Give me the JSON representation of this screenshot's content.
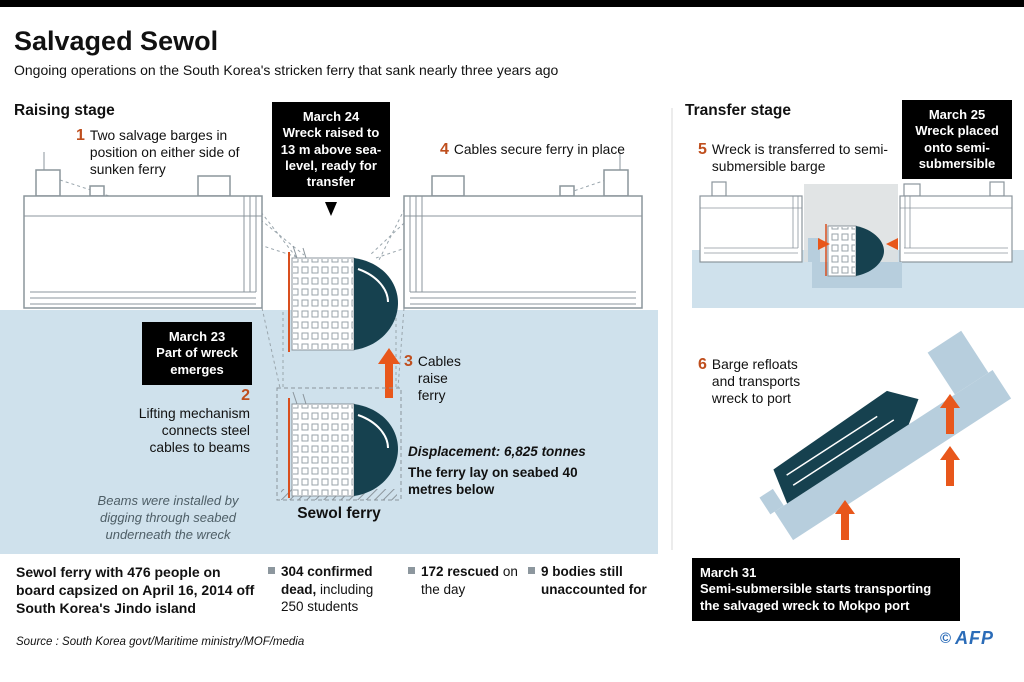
{
  "colors": {
    "accent_orange": "#e8571b",
    "step_number_orange": "#bf4e1d",
    "water_blue": "#cfe1ec",
    "hull_navy": "#16414f",
    "semi_submersible_blue": "#b7cedd",
    "afp_blue": "#2b6cb8"
  },
  "header": {
    "title": "Salvaged Sewol",
    "subtitle": "Ongoing operations on the South Korea's stricken ferry that sank nearly three years ago"
  },
  "raising_stage": {
    "heading": "Raising stage",
    "steps": [
      {
        "num": "1",
        "text": "Two salvage barges in position on either side of sunken ferry"
      },
      {
        "num": "2",
        "text": "Lifting mechanism connects steel cables to beams"
      },
      {
        "num": "3",
        "text": "Cables raise ferry"
      },
      {
        "num": "4",
        "text": "Cables secure ferry in place"
      }
    ],
    "callout_march24": {
      "date": "March 24",
      "text": "Wreck raised to 13 m above sea-level, ready for transfer"
    },
    "callout_march23": {
      "date": "March 23",
      "text": "Part of wreck emerges"
    },
    "displacement": "Displacement: 6,825 tonnes",
    "seabed_note": "The ferry lay on seabed 40 metres below",
    "beams_note": "Beams were installed by digging through seabed underneath the wreck",
    "ferry_label": "Sewol ferry"
  },
  "transfer_stage": {
    "heading": "Transfer stage",
    "steps": [
      {
        "num": "5",
        "text": "Wreck is transferred to semi-submersible barge"
      },
      {
        "num": "6",
        "text": "Barge refloats and transports wreck to port"
      }
    ],
    "callout_march25": {
      "date": "March 25",
      "text": "Wreck placed onto semi-submersible"
    },
    "callout_march31": {
      "date": "March 31",
      "text": "Semi-submersible starts transporting the salvaged wreck to Mokpo port"
    }
  },
  "footer": {
    "summary": "Sewol ferry with 476 people on board capsized on April 16, 2014 off South Korea's Jindo island",
    "stats": [
      {
        "bold": "304 confirmed dead,",
        "rest": " including 250 students"
      },
      {
        "bold": "172 rescued",
        "rest": " on the day"
      },
      {
        "bold": "9 bodies still unaccounted for",
        "rest": ""
      }
    ],
    "source": "Source : South Korea govt/Maritime ministry/MOF/media",
    "credit_symbol": "©",
    "credit": "AFP"
  }
}
